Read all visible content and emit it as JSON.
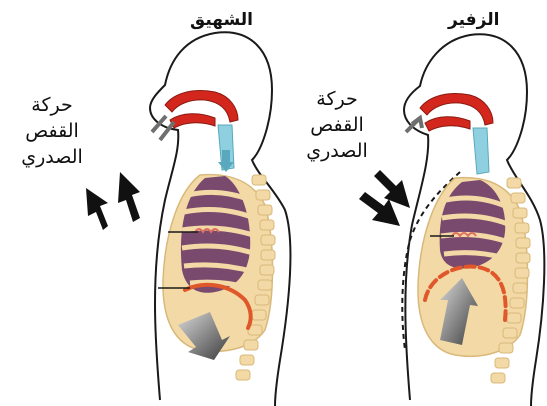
{
  "panels": {
    "inhale": {
      "title": "الشهيق",
      "motion_label_lines": [
        "حركة",
        "القفص",
        "الصدري"
      ]
    },
    "exhale": {
      "title": "الزفير",
      "motion_label_lines": [
        "حركة",
        "القفص",
        "الصدري"
      ]
    }
  },
  "colors": {
    "outline": "#1a1a1a",
    "ribs": "#f2d9a6",
    "lungs": "#7a4a6e",
    "airway": "#d3261c",
    "trachea": "#8fd0e0",
    "diaphragm": "#e0572a",
    "arrow": "#111111",
    "gray_arrow": "#6f6f6f"
  }
}
